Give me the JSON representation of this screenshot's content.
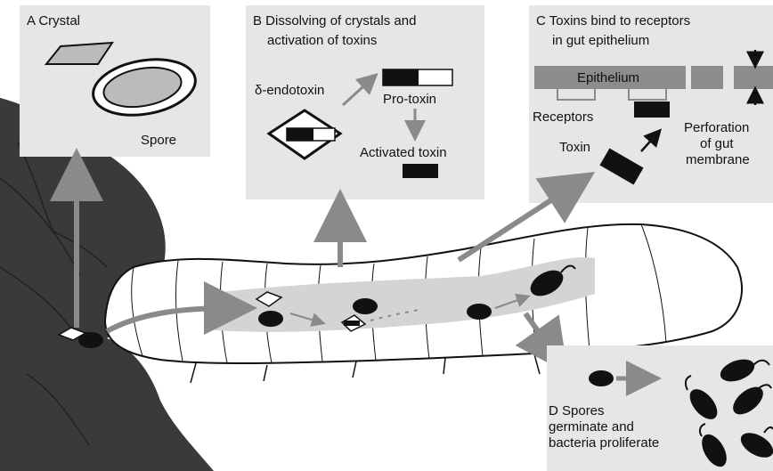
{
  "panel_a": {
    "title": "A  Crystal",
    "spore_label": "Spore"
  },
  "panel_b": {
    "title_line1": "B Dissolving of crystals and",
    "title_line2": "activation of toxins",
    "endotoxin_label": "δ-endotoxin",
    "protoxin_label": "Pro-toxin",
    "activated_label": "Activated toxin"
  },
  "panel_c": {
    "title_line1": "C  Toxins bind to receptors",
    "title_line2": "in gut epithelium",
    "epithelium_label": "Epithelium",
    "receptors_label": "Receptors",
    "toxin_label": "Toxin",
    "perforation_line1": "Perforation",
    "perforation_line2": "of gut",
    "perforation_line3": "membrane"
  },
  "panel_d": {
    "line1": "D Spores",
    "line2": "germinate and",
    "line3": "bacteria proliferate"
  },
  "colors": {
    "panel_bg": "#e6e6e6",
    "leaf": "#3a3a3a",
    "gut": "#d4d4d4",
    "arrow": "#8a8a8a",
    "dark": "#111111"
  }
}
